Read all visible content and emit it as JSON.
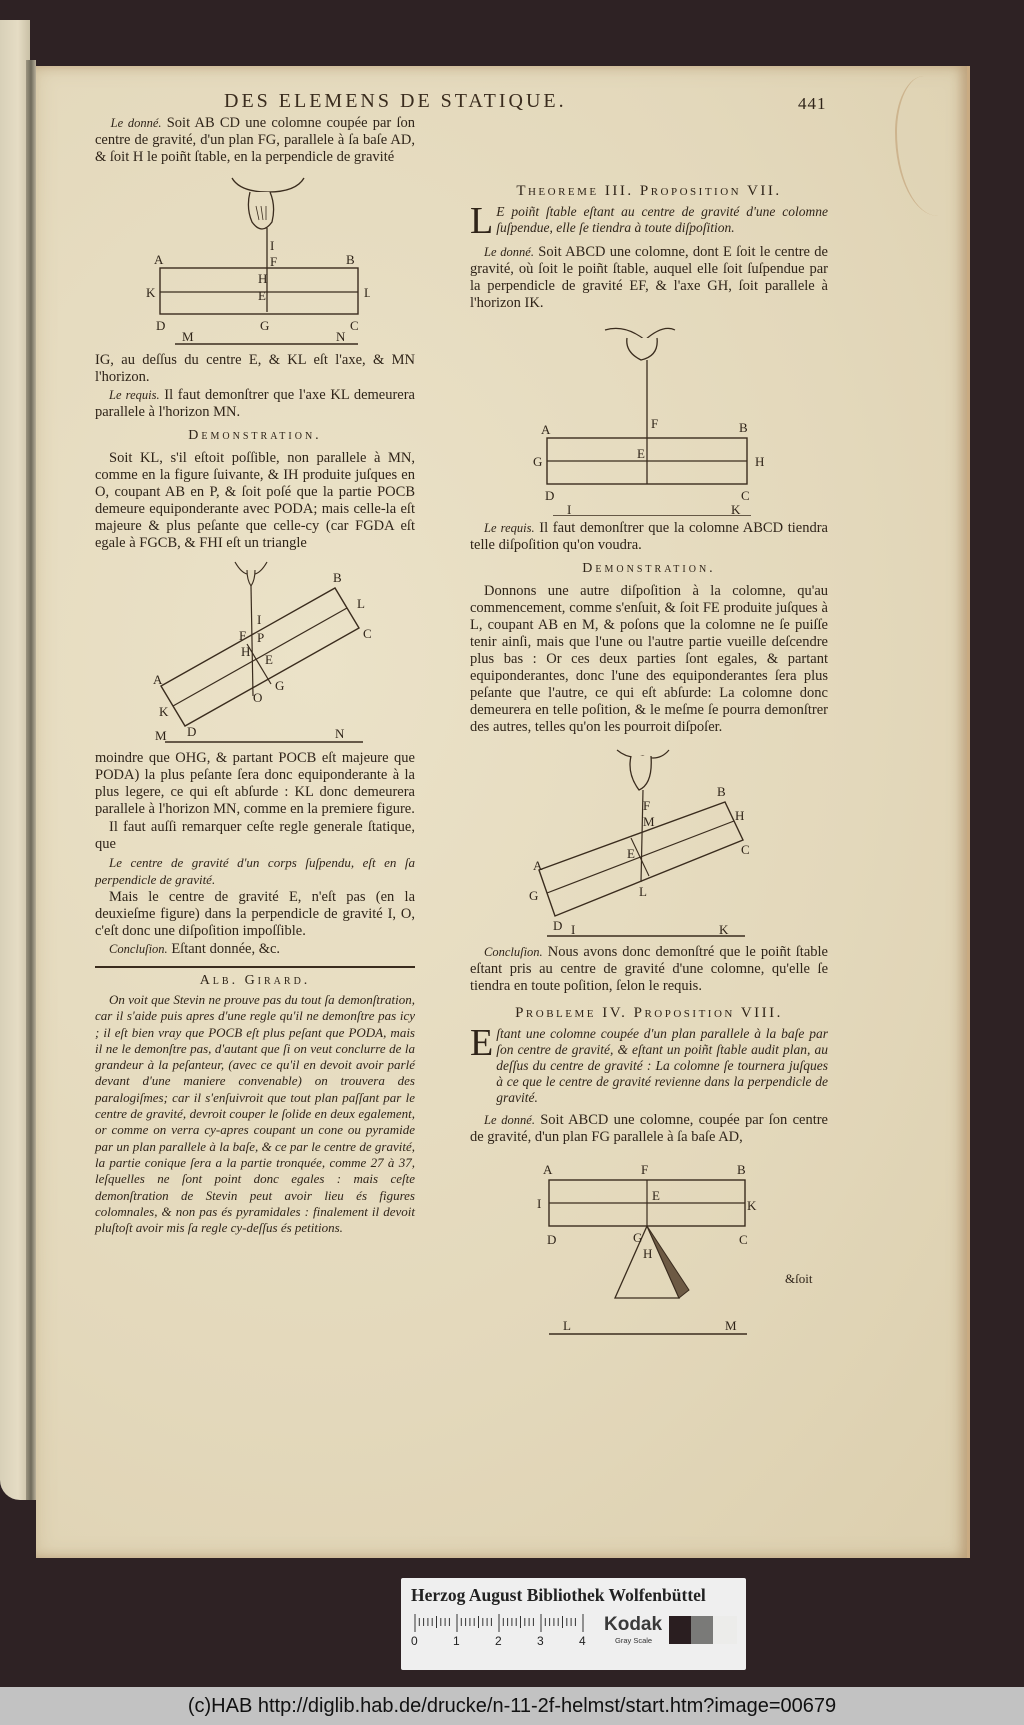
{
  "page": {
    "running_head": "DES ELEMENS DE STATIQUE.",
    "page_number": "441",
    "catchword": "&ſoit"
  },
  "left_column": {
    "intro_label": "Le donné.",
    "intro_text": " Soit AB CD une colomne coupée par ſon centre de gravité, d'un plan FG, parallele à ſa baſe AD, & ſoit H le poiñt ſtable, en la perpendicle de gravité",
    "after_fig1": "IG, au deſſus du centre E, & KL eſt l'axe, & MN l'horizon.",
    "requis_label": "Le requis.",
    "requis_text": " Il faut demonſtrer que l'axe KL demeurera parallele à l'horizon MN.",
    "demonstration_heading": "Demonstration.",
    "demo_text": "Soit KL, s'il eſtoit poſſible, non parallele à MN, comme en la figure ſuivante, & IH produite juſques en O, coupant AB en P, & ſoit poſé que la partie POCB demeure equiponderante avec PODA; mais celle-la eſt majeure & plus peſante que celle-cy (car FGDA eſt egale à FGCB, & FHI eſt un triangle",
    "after_fig2": "moindre que OHG, & partant POCB eſt majeure que PODA) la plus peſante ſera donc equiponderante à la plus legere, ce qui eſt abſurde : KL donc demeurera parallele à l'horizon MN, comme en la premiere figure.",
    "remark": "Il faut auſſi remarquer ceſte regle generale ſtatique, que",
    "rule_italic": "Le centre de gravité d'un corps ſuſpendu, eſt en ſa perpendicle de gravité.",
    "mais_text": "Mais le centre de gravité E, n'eſt pas (en la deuxieſme figure) dans la perpendicle de gravité I, O, c'eſt donc une diſpoſition impoſſible.",
    "conclusion_label": "Concluſion.",
    "conclusion_text": " Eſtant donnée, &c.",
    "commentary_heading": "Alb. Girard.",
    "commentary_text": "On voit que Stevin ne prouve pas du tout ſa demonſtration, car il s'aide puis apres d'une regle qu'il ne demonſtre pas icy ; il eſt bien vray que POCB eſt plus peſant que PODA, mais il ne le demonſtre pas, d'autant que ſi on veut conclurre de la grandeur à la peſanteur, (avec ce qu'il en devoit avoir parlé devant d'une maniere convenable) on trouvera des paralogiſmes; car il s'enſuivroit que tout plan paſſant par le centre de gravité, devroit couper le ſolide en deux egalement, or comme on verra cy-apres coupant un cone ou pyramide par un plan parallele à la baſe, & ce par le centre de gravité, la partie conique ſera a la partie tronquée, comme 27 à 37, leſquelles ne ſont point donc egales : mais ceſte demonſtration de Stevin peut avoir lieu és figures colomnales, & non pas és pyramidales : finalement il devoit pluſtoſt avoir mis ſa regle cy-deſſus és petitions."
  },
  "right_column": {
    "theorem_heading": "Theoreme III.   Proposition VII.",
    "theorem_dropcap": "L",
    "theorem_text": "E poiñt ſtable eſtant au centre de gravité d'une colomne ſuſpendue, elle ſe tiendra à toute diſpoſition.",
    "given_label": "Le donné.",
    "given_text": " Soit ABCD une colomne, dont E ſoit le centre de gravité, où ſoit le poiñt ſtable, auquel elle ſoit ſuſpendue par la perpendicle de gravité EF, & l'axe GH, ſoit parallele à l'horizon IK.",
    "requis_label": "Le requis.",
    "requis_text": " Il faut demonſtrer que la colomne ABCD tiendra telle diſpoſition qu'on voudra.",
    "demonstration_heading": "Demonstration.",
    "demo_text": "Donnons une autre diſpoſition à la colomne, qu'au commencement, comme s'enſuit, & ſoit FE produite juſques à L, coupant AB en M, & poſons que la colomne ne ſe puiſſe tenir ainſi, mais que l'une ou l'autre partie vueille deſcendre plus bas : Or ces deux parties ſont egales, & partant equiponderantes, donc l'une des equiponderantes ſera plus peſante que l'autre, ce qui eſt abſurde: La colomne donc demeurera en telle poſition, & le meſme ſe pourra demonſtrer des autres, telles qu'on les pourroit diſpoſer.",
    "conclusion_label": "Concluſion.",
    "conclusion_text": " Nous avons donc demonſtré que le poiñt ſtable eſtant pris au centre de gravité d'une colomne, qu'elle ſe tiendra en toute poſition, ſelon le requis.",
    "problem_heading": "Probleme IV.   Proposition VIII.",
    "problem_dropcap": "E",
    "problem_text": "ſtant une colomne coupée d'un plan parallele à la baſe par ſon centre de gravité, & eſtant un poiñt ſtable audit plan, au deſſus du centre de gravité : La colomne ſe tournera juſques à ce que le centre de gravité revienne dans la perpendicle de gravité.",
    "given2_label": "Le donné.",
    "given2_text": " Soit ABCD une colomne, coupée par ſon centre de gravité, d'un plan FG parallele à ſa baſe AD,"
  },
  "figures": {
    "fig1": {
      "labels": {
        "A": "A",
        "B": "B",
        "C": "C",
        "D": "D",
        "E": "E",
        "F": "F",
        "G": "G",
        "H": "H",
        "I": "I",
        "K": "K",
        "L": "L",
        "M": "M",
        "N": "N"
      }
    },
    "fig2": {
      "labels": {
        "A": "A",
        "B": "B",
        "C": "C",
        "D": "D",
        "E": "E",
        "F": "F",
        "G": "G",
        "H": "H",
        "I": "I",
        "K": "K",
        "L": "L",
        "M": "M",
        "N": "N",
        "O": "O",
        "P": "P"
      }
    },
    "fig3": {
      "labels": {
        "A": "A",
        "B": "B",
        "C": "C",
        "D": "D",
        "E": "E",
        "F": "F",
        "G": "G",
        "H": "H",
        "I": "I",
        "K": "K"
      }
    },
    "fig4": {
      "labels": {
        "A": "A",
        "B": "B",
        "C": "C",
        "D": "D",
        "E": "E",
        "F": "F",
        "G": "G",
        "H": "H",
        "I": "I",
        "K": "K",
        "L": "L",
        "M": "M"
      }
    },
    "fig5": {
      "labels": {
        "A": "A",
        "B": "B",
        "C": "C",
        "D": "D",
        "E": "E",
        "F": "F",
        "G": "G",
        "H": "H",
        "I": "I",
        "K": "K",
        "L": "L",
        "M": "M"
      }
    }
  },
  "library_card": {
    "title": "Herzog August Bibliothek Wolfenbüttel",
    "ruler_ticks": [
      "0",
      "1",
      "2",
      "3",
      "4"
    ],
    "kodak": "Kodak",
    "kodak_sub": "Gray Scale",
    "swatch_colors": [
      "#2a1e20",
      "#7a7a78",
      "#ececea"
    ]
  },
  "footer": {
    "credit": "(c)HAB http://diglib.hab.de/drucke/n-11-2f-helmst/start.htm?image=00679"
  }
}
